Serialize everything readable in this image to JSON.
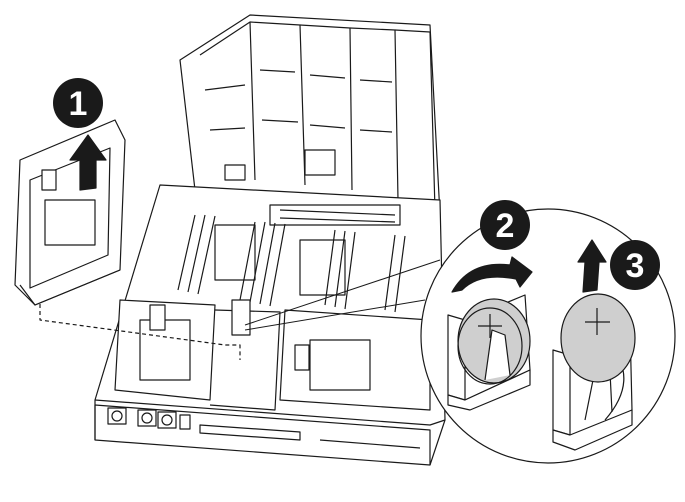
{
  "figure": {
    "callouts": [
      {
        "label": "1",
        "meaning": "remove-riser"
      },
      {
        "label": "2",
        "meaning": "rotate-battery-out"
      },
      {
        "label": "3",
        "meaning": "lift-battery"
      }
    ],
    "colors": {
      "line": "#1a1a1a",
      "battery": "#cfcfcf",
      "fill": "#ffffff",
      "callout": "#1a1a1a",
      "shade": "#bdbdbd"
    }
  }
}
